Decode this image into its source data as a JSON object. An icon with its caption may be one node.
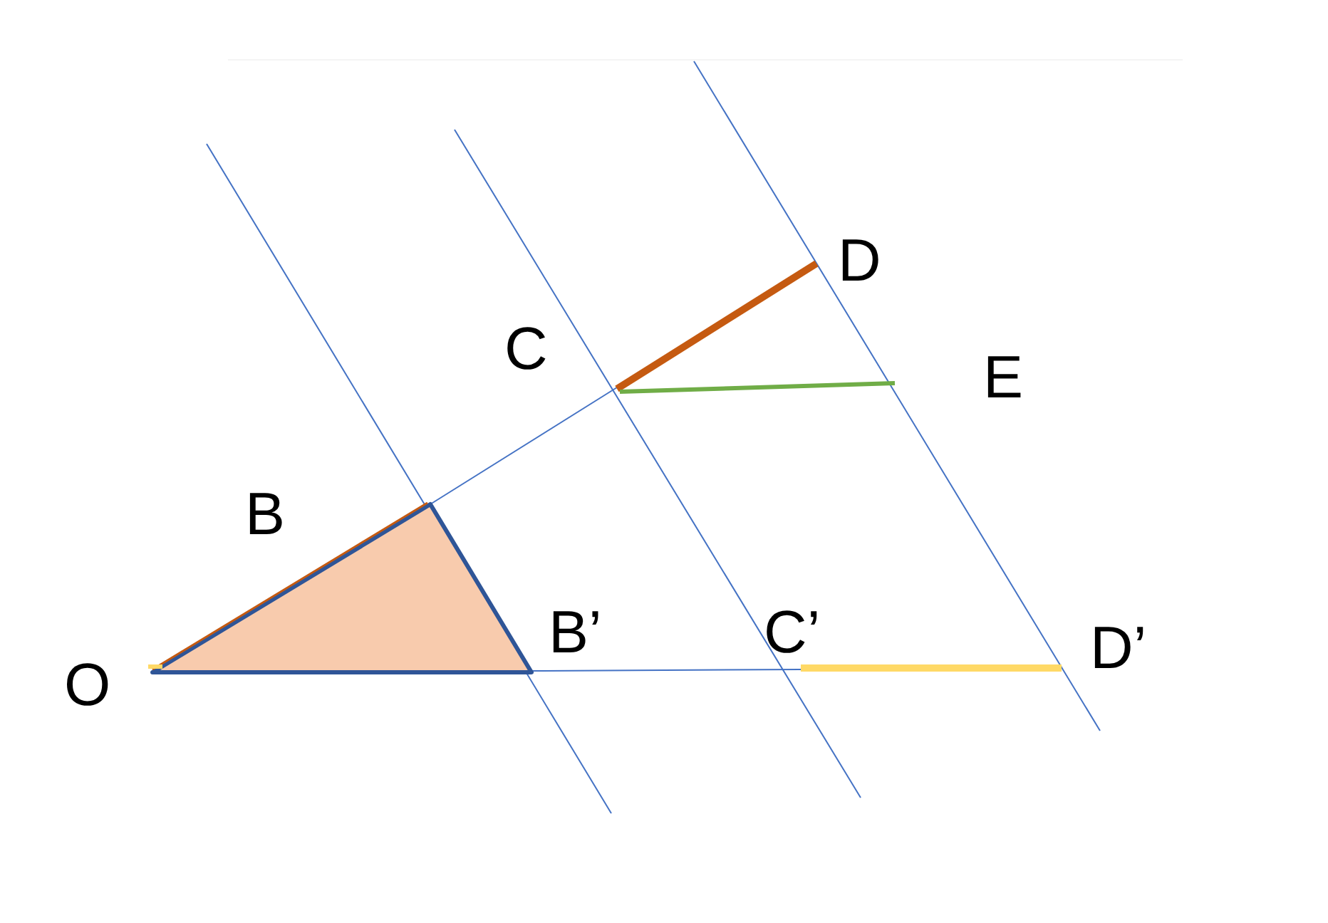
{
  "diagram": {
    "labels": [
      "D",
      "C",
      "E",
      "B",
      "B’",
      "C’",
      "D’",
      "O"
    ]
  }
}
